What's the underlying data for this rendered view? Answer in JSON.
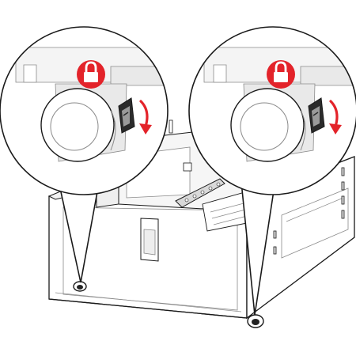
{
  "colors": {
    "background": "#ffffff",
    "outline": "#1a1a1a",
    "outline_light": "#8a8a8a",
    "panel_fill": "#ffffff",
    "panel_shade": "#e9e9e9",
    "panel_shade_dark": "#cfcfcf",
    "lock_badge": "#e3232a",
    "lock_glyph": "#ffffff",
    "arrow": "#e3232a",
    "lever": "#2b2b2b",
    "caster": "#222222"
  },
  "icons": {
    "lock_left": "lock-icon",
    "lock_right": "lock-icon",
    "arrow_left": "arrow-down-icon",
    "arrow_right": "arrow-down-icon"
  },
  "callouts": [
    {
      "name": "callout-left-caster-lock",
      "lock_state": "locked",
      "lever_direction": "down"
    },
    {
      "name": "callout-right-caster-lock",
      "lock_state": "locked",
      "lever_direction": "down"
    }
  ]
}
